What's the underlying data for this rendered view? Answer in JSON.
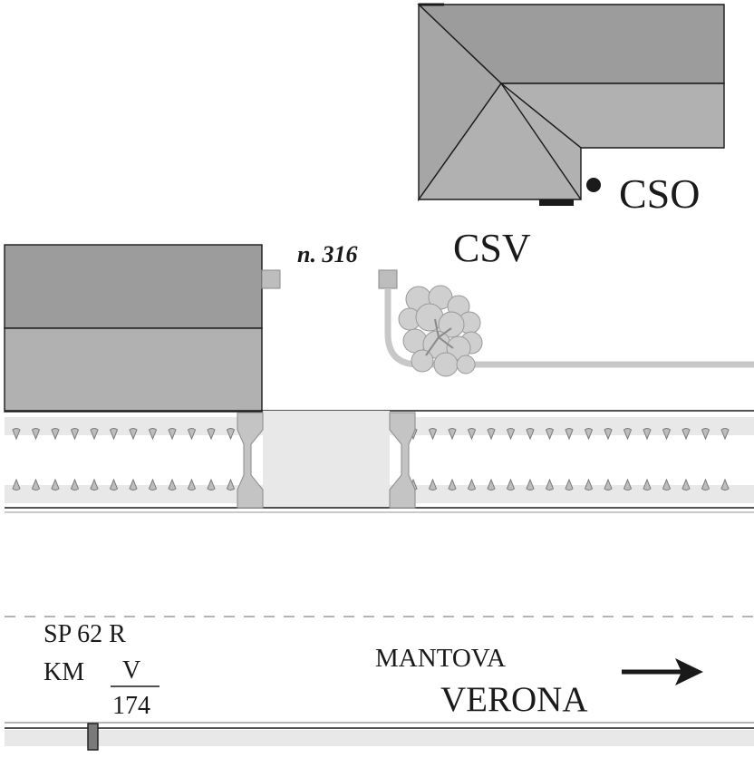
{
  "labels": {
    "cso": "CSO",
    "csv": "CSV",
    "number": "n. 316",
    "road": "SP 62 R",
    "km_prefix": "KM",
    "km_top": "V",
    "km_bottom": "174",
    "destination_1": "MANTOVA",
    "destination_2": "VERONA"
  },
  "colors": {
    "roof_dark": "#9c9c9c",
    "roof_light": "#b1b1b1",
    "outline": "#1a1a1a",
    "pipe": "#c8c8c8",
    "hedge_band": "#e8e8e8",
    "gate_post": "#c4c4c4",
    "tree": "#c8c8c8"
  },
  "icons": {
    "direction_arrow": "right-arrow-icon",
    "tree": "tree-icon",
    "hedge_marks": "droplet-icon"
  }
}
